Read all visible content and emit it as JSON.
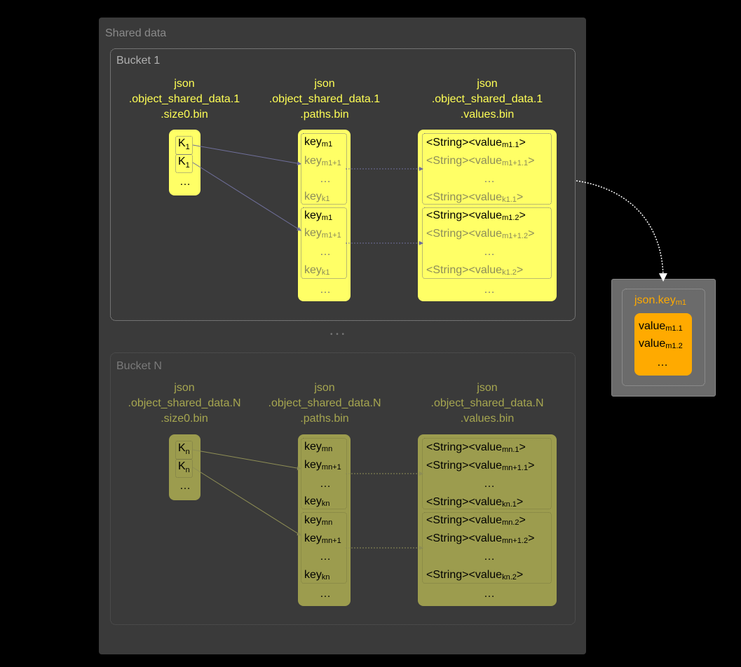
{
  "shared_label": "Shared data",
  "bucket1": {
    "label": "Bucket 1",
    "size_file": "json\n.object_shared_data.1\n.size0.bin",
    "paths_file": "json\n.object_shared_data.1\n.paths.bin",
    "values_file": "json\n.object_shared_data.1\n.values.bin",
    "k": "K",
    "k_sub": "1",
    "ellipsis": "…",
    "key_m1": "key",
    "sub_m1": "m1",
    "key_m1p1": "key",
    "sub_m1p1": "m1+1",
    "key_k1": "key",
    "sub_k1": "k1",
    "val_prefix": "<String><value",
    "val_suffix": ">",
    "v_m1_1": "m1.1",
    "v_m1p1_1": "m1+1.1",
    "v_k1_1": "k1.1",
    "v_m1_2": "m1.2",
    "v_m1p1_2": "m1+1.2",
    "v_k1_2": "k1.2"
  },
  "middle_dots": "• • •",
  "bucketN": {
    "label": "Bucket N",
    "size_file": "json\n.object_shared_data.N\n.size0.bin",
    "paths_file": "json\n.object_shared_data.N\n.paths.bin",
    "values_file": "json\n.object_shared_data.N\n.values.bin",
    "k": "K",
    "k_sub": "n",
    "ellipsis": "…",
    "key_mn": "key",
    "sub_mn": "mn",
    "key_mnp1": "key",
    "sub_mnp1": "mn+1",
    "key_kn": "key",
    "sub_kn": "kn",
    "val_prefix": "<String><value",
    "val_suffix": ">",
    "v_mn_1": "mn.1",
    "v_mnp1_1": "mn+1.1",
    "v_kn_1": "kn.1",
    "v_mn_2": "mn.2",
    "v_mnp1_2": "mn+1.2",
    "v_kn_2": "kn.2"
  },
  "result": {
    "title": "json.key",
    "title_sub": "m1",
    "value_1": "value",
    "value_1_sub": "m1.1",
    "value_2": "value",
    "value_2_sub": "m1.2",
    "ellipsis": "…"
  }
}
